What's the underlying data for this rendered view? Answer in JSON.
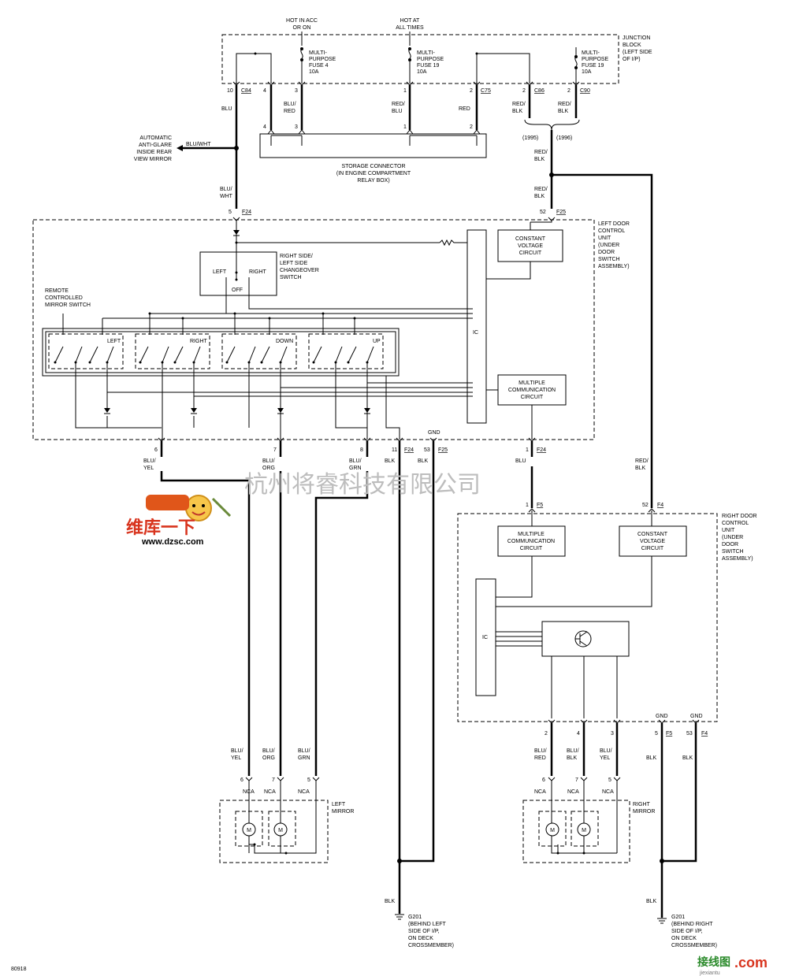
{
  "diagram": {
    "power": {
      "hot_acc": [
        "HOT IN ACC",
        "OR ON"
      ],
      "hot_always": [
        "HOT AT",
        "ALL TIMES"
      ]
    },
    "junction_block": {
      "label": [
        "JUNCTION",
        "BLOCK",
        "(LEFT SIDE",
        "OF I/P)"
      ],
      "fuse4": [
        "MULTI-",
        "PURPOSE",
        "FUSE 4",
        "10A"
      ],
      "fuse19a": [
        "MULTI-",
        "PURPOSE",
        "FUSE 19",
        "10A"
      ],
      "fuse19b": [
        "MULTI-",
        "PURPOSE",
        "FUSE 19",
        "10A"
      ]
    },
    "pins_top": {
      "p10": "10",
      "c84": "C84",
      "p4": "4",
      "p3": "3",
      "p1": "1",
      "p2a": "2",
      "c75": "C75",
      "p2b": "2",
      "c86": "C86",
      "p2c": "2",
      "c90": "C90"
    },
    "wires_top": {
      "blu": "BLU",
      "blu_red": [
        "BLU/",
        "RED"
      ],
      "red_blu": [
        "RED/",
        "BLU"
      ],
      "red": "RED",
      "red_blk1": [
        "RED/",
        "BLK"
      ],
      "red_blk2": [
        "RED/",
        "BLK"
      ],
      "y1995": "(1995)",
      "y1996": "(1996)",
      "red_blk3": [
        "RED/",
        "BLK"
      ],
      "red_blk4": [
        "RED/",
        "BLK"
      ]
    },
    "storage": {
      "label": [
        "STORAGE CONNECTOR",
        "(IN ENGINE COMPARTMENT",
        "RELAY BOX)"
      ],
      "p4": "4",
      "p3": "3",
      "p1": "1",
      "p2": "2"
    },
    "mirror_auto": {
      "label": [
        "AUTOMATIC",
        "ANTI-GLARE",
        "INSIDE REAR",
        "VIEW MIRROR"
      ],
      "wire": "BLU/WHT",
      "wire2": [
        "BLU/",
        "WHT"
      ]
    },
    "left_unit": {
      "label": [
        "LEFT DOOR",
        "CONTROL",
        "UNIT",
        "(UNDER",
        "DOOR",
        "SWITCH",
        "ASSEMBLY)"
      ],
      "pin5": "5",
      "f24a": "F24",
      "pin52": "52",
      "f25a": "F25",
      "changeover": [
        "RIGHT SIDE/",
        "LEFT SIDE",
        "CHANGEOVER",
        "SWITCH"
      ],
      "left": "LEFT",
      "right": "RIGHT",
      "off": "OFF",
      "remote": [
        "REMOTE",
        "CONTROLLED",
        "MIRROR SWITCH"
      ],
      "sw_left": "LEFT",
      "sw_right": "RIGHT",
      "sw_down": "DOWN",
      "sw_up": "UP",
      "cvc": [
        "CONSTANT",
        "VOLTAGE",
        "CIRCUIT"
      ],
      "ic": "IC",
      "mcc": [
        "MULTIPLE",
        "COMMUNICATION",
        "CIRCUIT"
      ],
      "gnd": "GND",
      "pins": [
        "6",
        "7",
        "8",
        "11",
        "F24",
        "53",
        "F25",
        "1",
        "F24"
      ],
      "wires": [
        "BLU/",
        "YEL",
        "BLU/",
        "ORG",
        "BLU/",
        "GRN",
        "BLK",
        "BLK",
        "BLU"
      ]
    },
    "right_unit": {
      "label": [
        "RIGHT DOOR",
        "CONTROL",
        "UNIT",
        "(UNDER",
        "DOOR",
        "SWITCH",
        "ASSEMBLY)"
      ],
      "pin1": "1",
      "f5a": "F5",
      "pin52": "52",
      "f4a": "F4",
      "red_blk": [
        "RED/",
        "BLK"
      ],
      "mcc": [
        "MULTIPLE",
        "COMMUNICATION",
        "CIRCUIT"
      ],
      "cvc": [
        "CONSTANT",
        "VOLTAGE",
        "CIRCUIT"
      ],
      "ic": "IC",
      "gnd1": "GND",
      "gnd2": "GND",
      "pins": [
        "2",
        "4",
        "3",
        "5",
        "F5",
        "53",
        "F4"
      ],
      "wires": [
        "BLU/",
        "RED",
        "BLU/",
        "BLK",
        "BLU/",
        "YEL",
        "BLK",
        "BLK"
      ]
    },
    "left_mirror": {
      "wires": [
        "BLU/",
        "YEL",
        "BLU/",
        "ORG",
        "BLU/",
        "GRN"
      ],
      "pins": [
        "6",
        "7",
        "5"
      ],
      "nca": "NCA",
      "label": [
        "LEFT",
        "MIRROR"
      ],
      "motor": "M"
    },
    "right_mirror": {
      "wires": [
        "BLU/",
        "RED",
        "BLU/",
        "BLK",
        "BLU/",
        "YEL"
      ],
      "pins": [
        "6",
        "7",
        "5"
      ],
      "nca": "NCA",
      "label": [
        "RIGHT",
        "MIRROR"
      ],
      "motor": "M"
    },
    "ground_left": {
      "wire": "BLK",
      "label": [
        "G201",
        "(BEHIND LEFT",
        "SIDE OF I/P,",
        "ON DECK",
        "CROSSMEMBER)"
      ]
    },
    "ground_right": {
      "wire": "BLK",
      "label": [
        "G201",
        "(BEHIND RIGHT",
        "SIDE OF I/P,",
        "ON DECK",
        "CROSSMEMBER)"
      ]
    },
    "watermark": "杭州将睿科技有限公司",
    "logo": {
      "line1": "维库一下",
      "url": "www.dzsc.com"
    },
    "footer_code": "80918",
    "corner_logo": {
      "main": "接线图",
      "dot_com": ".com",
      "url": "jiexiantu"
    }
  }
}
